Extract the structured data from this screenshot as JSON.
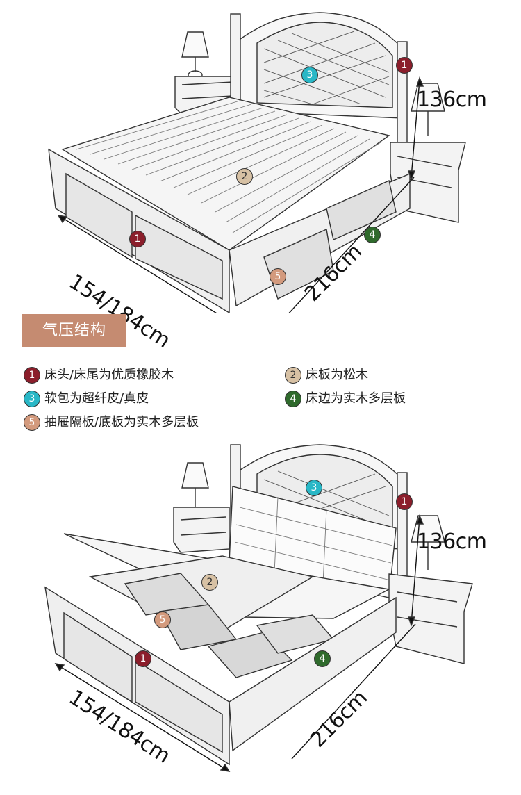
{
  "colors": {
    "c1": "#8b1e2b",
    "c2": "#d7c1a4",
    "c3": "#29b7c6",
    "c4": "#2f6a2c",
    "c5": "#d39a7d",
    "title_bg": "#c58b71"
  },
  "top": {
    "height_dim": "136cm",
    "width_dim": "154/184cm",
    "length_dim": "216cm",
    "markers": [
      "1",
      "2",
      "3",
      "4",
      "5"
    ]
  },
  "title": "气压结构",
  "legend": [
    {
      "num": "1",
      "text": "床头/床尾为优质橡胶木",
      "color": "#8b1e2b"
    },
    {
      "num": "2",
      "text": "床板为松木",
      "color": "#d7c1a4"
    },
    {
      "num": "3",
      "text": "软包为超纤皮/真皮",
      "color": "#29b7c6"
    },
    {
      "num": "4",
      "text": "床边为实木多层板",
      "color": "#2f6a2c"
    },
    {
      "num": "5",
      "text": "抽屉隔板/底板为实木多层板",
      "color": "#d39a7d"
    }
  ],
  "bottom": {
    "height_dim": "136cm",
    "width_dim": "154/184cm",
    "length_dim": "216cm",
    "markers": [
      "1",
      "2",
      "3",
      "4",
      "5"
    ]
  }
}
